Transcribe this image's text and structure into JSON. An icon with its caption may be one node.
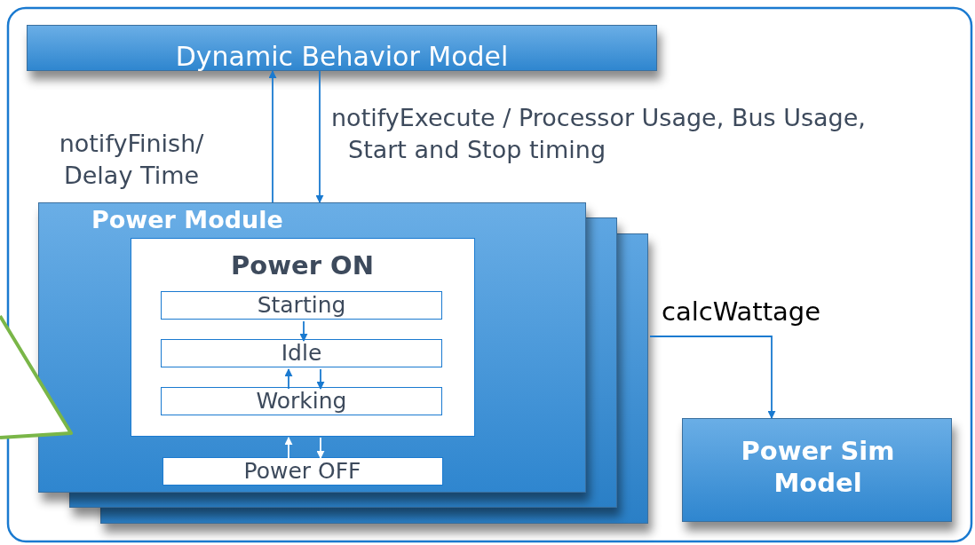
{
  "diagram": {
    "nodes": [
      {
        "text": [
          "Dynamic Behavior Model"
        ]
      },
      {
        "text": [
          "Power Module"
        ]
      },
      {
        "text": [
          "Power ON"
        ],
        "in": 1
      },
      {
        "text": [
          "Starting"
        ],
        "in": 2
      },
      {
        "text": [
          "Idle"
        ],
        "in": 2
      },
      {
        "text": [
          "Working"
        ],
        "in": 2
      },
      {
        "text": [
          "Power OFF"
        ],
        "in": 1
      },
      {
        "text": [
          "Power Sim Model"
        ]
      }
    ],
    "edges": [
      {
        "from": 1,
        "to": 0,
        "arrow": "to",
        "label": "notifyFinish/ Delay Time"
      },
      {
        "from": 0,
        "to": 1,
        "arrow": "to",
        "label": "notifyExecute / Processor Usage, Bus Usage, Start and Stop timing"
      },
      {
        "from": 3,
        "to": 4,
        "arrow": "to"
      },
      {
        "from": 5,
        "to": 4,
        "arrow": "to"
      },
      {
        "from": 4,
        "to": 5,
        "arrow": "to"
      },
      {
        "from": 6,
        "to": 2,
        "arrow": "to",
        "color": "#ffffff"
      },
      {
        "from": 2,
        "to": 6,
        "arrow": "to",
        "color": "#ffffff"
      },
      {
        "from": 1,
        "to": 7,
        "arrow": "to",
        "label": "calcWattage"
      }
    ]
  }
}
